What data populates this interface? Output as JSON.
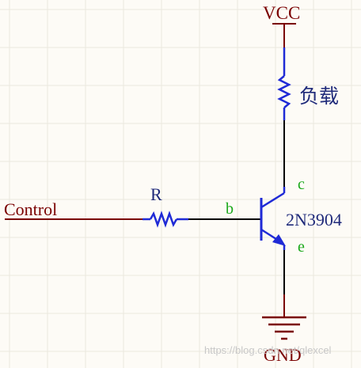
{
  "labels": {
    "vcc": "VCC",
    "load": "负载",
    "collector": "c",
    "base": "b",
    "emitter": "e",
    "transistor": "2N3904",
    "resistor": "R",
    "control": "Control",
    "gnd": "GND"
  },
  "watermark": "https://blog.csdn.net/qlexcel",
  "colors": {
    "wire": "#000000",
    "component": "#1f2ad6",
    "power": "#7a0000",
    "pin_label": "#1aa81a",
    "text": "#1f2a7a",
    "grid": "#ece8df",
    "background": "#fdfbf6"
  }
}
